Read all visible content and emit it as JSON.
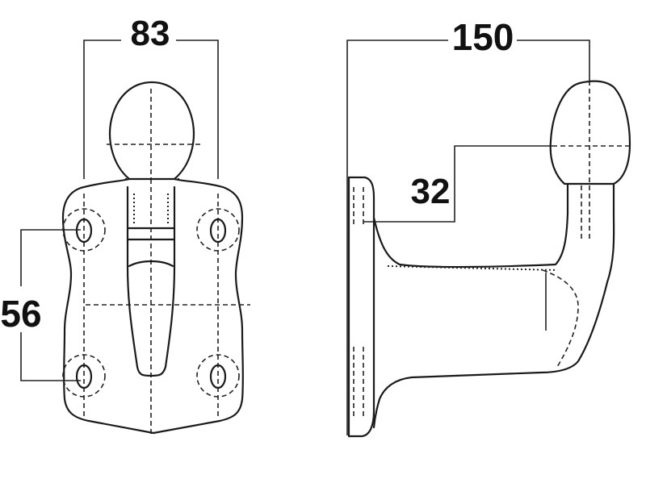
{
  "dimensions": {
    "width_label": "83",
    "hole_spacing_label": "56",
    "length_label": "150",
    "height_label": "32"
  }
}
